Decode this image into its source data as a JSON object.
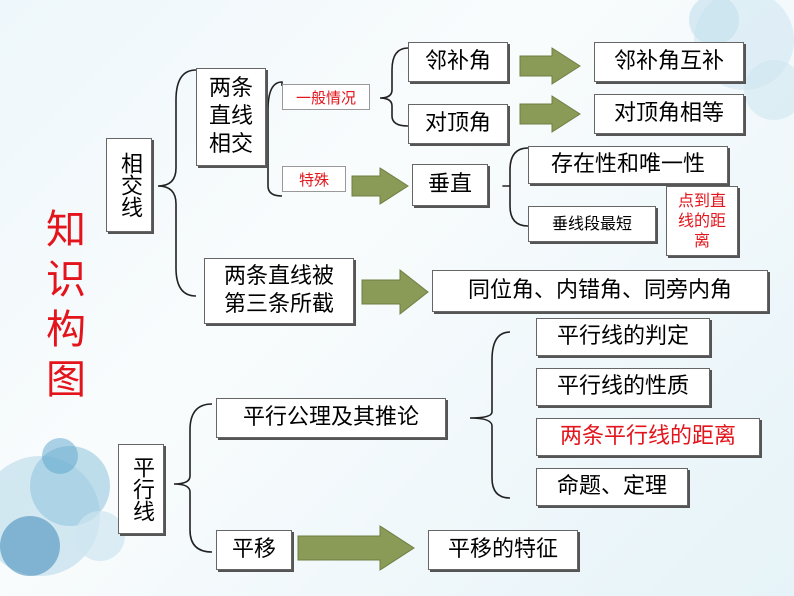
{
  "title": "知识构图",
  "title_chars": [
    "知",
    "识",
    "构",
    "图"
  ],
  "nodes": {
    "xiangjiaoxian": "相交线",
    "liangtiao_xiangjiao": [
      "两条",
      "直线",
      "相交"
    ],
    "label_yiban": "一般情况",
    "label_teshu": "特殊",
    "linbujiao": "邻补角",
    "linbujiao_hubu": "邻补角互补",
    "duidingjiao": "对顶角",
    "duidingjiao_xiangdeng": "对顶角相等",
    "chuizhi": "垂直",
    "cunzaixing": "存在性和唯一性",
    "chuixianduan": "垂线段最短",
    "diandaozhixian": "点到直线的距离",
    "sanxian": [
      "两条直线被",
      "第三条所截"
    ],
    "tongwei": "同位角、内错角、同旁内角",
    "pingxingxian": "平行线",
    "gongli": "平行公理及其推论",
    "panding": "平行线的判定",
    "xingzhi": "平行线的性质",
    "juli": "两条平行线的距离",
    "mingti": "命题、定理",
    "pingyi": "平移",
    "tezheng": "平移的特征"
  },
  "colors": {
    "accent_red": "#e3141b",
    "arrow_fill": "#8a9a57",
    "line_dark": "#222222"
  }
}
